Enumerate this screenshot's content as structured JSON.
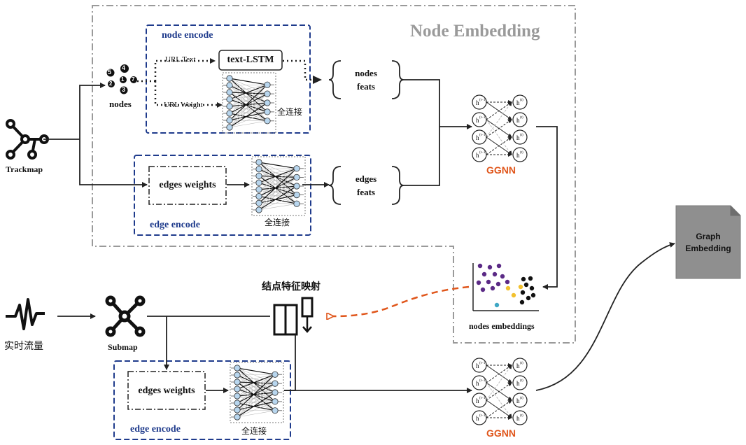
{
  "colors": {
    "blue": "#1f3b8c",
    "orange": "#e0561b",
    "grey": "#9a9a9a",
    "node_fill": "#b8d6ee",
    "purple": "#5b2a86",
    "yellow": "#f2c12e",
    "teal": "#3fa7c4",
    "graph_box": "#8f8f8f"
  },
  "labels": {
    "node_embedding": "Node Embedding",
    "node_encode": "node encode",
    "url_text": "URL Text",
    "url_weight": "URL Weight",
    "text_lstm": "text-LSTM",
    "fc_cn": "全连接",
    "nodes": "nodes",
    "node_numbers": [
      "5",
      "4",
      "2",
      "1",
      "7",
      "3"
    ],
    "trackmap": "Trackmap",
    "nodes_feats_1": "nodes",
    "nodes_feats_2": "feats",
    "edges_feats_1": "edges",
    "edges_feats_2": "feats",
    "edges_weights": "edges weights",
    "edge_encode": "edge encode",
    "ggnn": "GGNN",
    "nodes_embeddings": "nodes embeddings",
    "mapping_cn": "结点特征映射",
    "realtime_cn": "实时流量",
    "submap": "Submap",
    "graph_embedding_1": "Graph",
    "graph_embedding_2": "Embedding",
    "h_prev": "h",
    "h_sup_prev": "(t−1)",
    "h_sup_cur": "(t)"
  }
}
